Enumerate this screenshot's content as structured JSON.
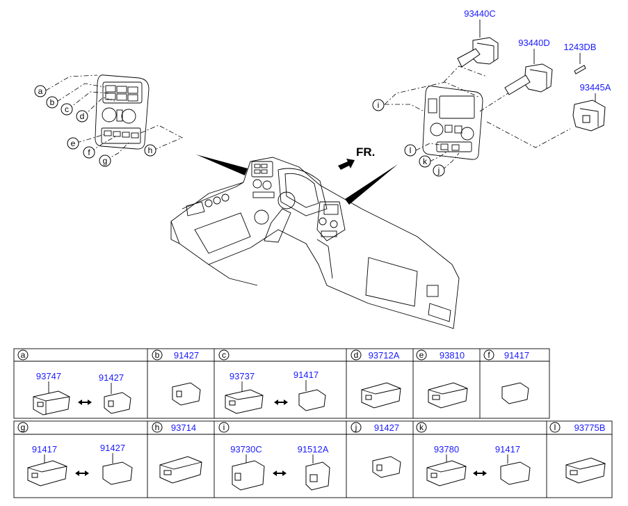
{
  "callouts": {
    "left": [
      "a",
      "b",
      "c",
      "d",
      "e",
      "f",
      "g",
      "h"
    ],
    "right": [
      "i",
      "l",
      "k",
      "j"
    ]
  },
  "front_label": "FR.",
  "top_parts": {
    "p1": "93440C",
    "p2": "93440D",
    "p3": "1243DB",
    "p4": "93445A"
  },
  "table": {
    "row1": [
      {
        "letter": "a",
        "header_part": "",
        "parts": [
          "93747",
          "91427"
        ]
      },
      {
        "letter": "b",
        "header_part": "91427",
        "parts": []
      },
      {
        "letter": "c",
        "header_part": "",
        "parts": [
          "93737",
          "91417"
        ]
      },
      {
        "letter": "d",
        "header_part": "93712A",
        "parts": []
      },
      {
        "letter": "e",
        "header_part": "93810",
        "parts": []
      },
      {
        "letter": "f",
        "header_part": "91417",
        "parts": []
      }
    ],
    "row2": [
      {
        "letter": "g",
        "header_part": "",
        "parts": [
          "91417",
          "91427"
        ]
      },
      {
        "letter": "h",
        "header_part": "93714",
        "parts": []
      },
      {
        "letter": "i",
        "header_part": "",
        "parts": [
          "93730C",
          "91512A"
        ]
      },
      {
        "letter": "j",
        "header_part": "91427",
        "parts": []
      },
      {
        "letter": "k",
        "header_part": "",
        "parts": [
          "93780",
          "91417"
        ]
      },
      {
        "letter": "l",
        "header_part": "93775B",
        "parts": []
      }
    ]
  }
}
